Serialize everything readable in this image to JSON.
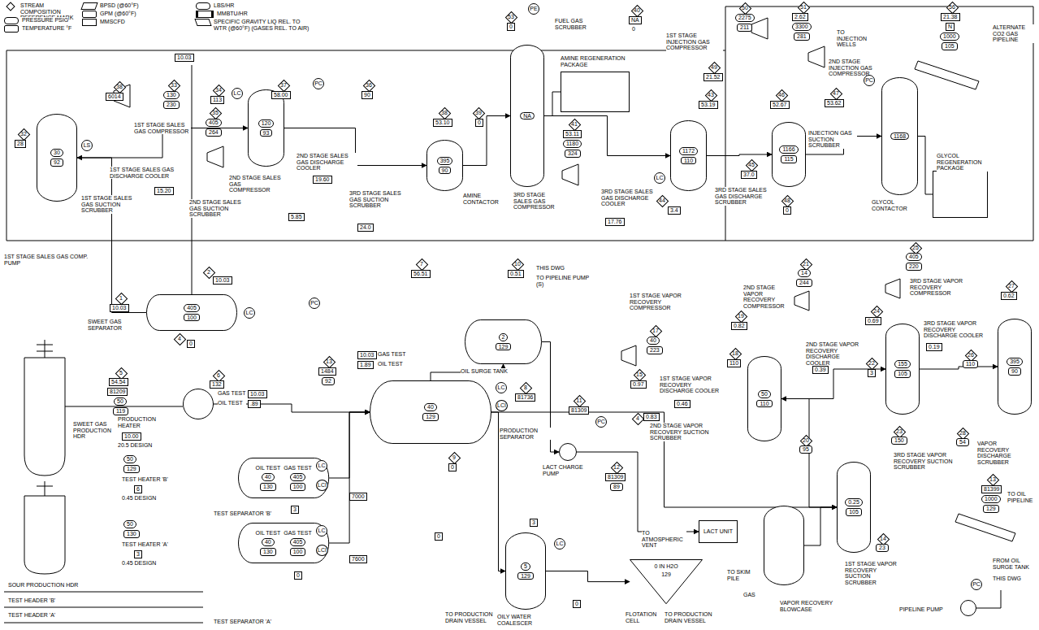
{
  "diagram": {
    "nodes": [
      {
        "text": [
          "1ST STAGE SALES GAS SUCTION SCRUBBER",
          "30",
          "92"
        ]
      },
      {
        "text": [
          "2ND STAGE SALES GAS SUCTION SCRUBBER",
          "120",
          "93"
        ]
      },
      {
        "text": [
          "3RD STAGE SALES GAS SUCTION SCRUBBER",
          "395",
          "90"
        ]
      },
      {
        "text": [
          "AMINE CONTACTOR",
          "NA"
        ]
      },
      {
        "text": [
          "AMINE REGENERATION PACKAGE"
        ]
      },
      {
        "text": [
          "3RD STAGE SALES GAS DISCHARGE SCRUBBER",
          "1172",
          "110"
        ]
      },
      {
        "text": [
          "INJECTION GAS SUCTION SCRUBBER",
          "1166",
          "115"
        ]
      },
      {
        "text": [
          "GLYCOL CONTACTOR",
          "1168"
        ]
      },
      {
        "text": [
          "GLYCOL REGENERATION PACKAGE"
        ]
      },
      {
        "text": [
          "SWEET GAS SEPARATOR",
          "405",
          "100"
        ]
      },
      {
        "text": [
          "PRODUCTION SEPARATOR",
          "40",
          "129"
        ]
      },
      {
        "text": [
          "OIL SURGE TANK",
          "2",
          "129"
        ]
      },
      {
        "text": [
          "TEST SEPARATOR 'B'",
          "OIL TEST",
          "GAS TEST",
          "40",
          "405",
          "130",
          "100"
        ]
      },
      {
        "text": [
          "TEST SEPARATOR 'A'",
          "OIL TEST",
          "GAS TEST",
          "40",
          "405",
          "130",
          "100"
        ]
      },
      {
        "text": [
          "OILY WATER COALESCER",
          "5",
          "129"
        ]
      },
      {
        "text": [
          "FLOTATION CELL",
          "0 IN H2O",
          "129"
        ]
      },
      {
        "text": [
          "LACT UNIT"
        ]
      },
      {
        "text": [
          "VAPOR RECOVERY BLOWCASE"
        ]
      },
      {
        "text": [
          "1ST STAGE VAPOR RECOVERY SUCTION SCRUBBER",
          "0.25",
          "105"
        ]
      },
      {
        "text": [
          "2ND STAGE VAPOR RECOVERY SUCTION SCRUBBER",
          "50",
          "110"
        ]
      },
      {
        "text": [
          "3RD STAGE VAPOR RECOVERY SUCTION SCRUBBER",
          "155",
          "105"
        ]
      },
      {
        "text": [
          "VAPOR RECOVERY DISCHARGE SCRUBBER",
          "395",
          "90"
        ]
      },
      {
        "text": [
          "PRODUCTION HEATER"
        ]
      },
      {
        "text": [
          "LACT CHARGE PUMP"
        ]
      },
      {
        "text": [
          "PIPELINE PUMP"
        ]
      }
    ],
    "edges": [
      {
        "from": 9,
        "to": 0,
        "arrow": "to"
      },
      {
        "from": 0,
        "to": 1,
        "arrow": "to"
      },
      {
        "from": 1,
        "to": 2,
        "arrow": "to"
      },
      {
        "from": 2,
        "to": 3,
        "arrow": "to"
      },
      {
        "from": 3,
        "to": 4,
        "arrow": "none"
      },
      {
        "from": 3,
        "to": 5,
        "arrow": "to"
      },
      {
        "from": 5,
        "to": 6,
        "arrow": "to"
      },
      {
        "from": 6,
        "to": 7,
        "arrow": "to"
      },
      {
        "from": 7,
        "to": 8,
        "arrow": "none"
      },
      {
        "from": 22,
        "to": 10,
        "arrow": "to"
      },
      {
        "from": 12,
        "to": 10,
        "arrow": "to"
      },
      {
        "from": 13,
        "to": 10,
        "arrow": "to"
      },
      {
        "from": 10,
        "to": 11,
        "arrow": "to"
      },
      {
        "from": 10,
        "to": 14,
        "arrow": "to"
      },
      {
        "from": 14,
        "to": 15,
        "arrow": "to"
      },
      {
        "from": 11,
        "to": 23,
        "arrow": "to"
      },
      {
        "from": 23,
        "to": 16,
        "arrow": "to"
      },
      {
        "from": 10,
        "to": 18,
        "arrow": "to"
      },
      {
        "from": 17,
        "to": 18,
        "arrow": "to"
      },
      {
        "from": 18,
        "to": 19,
        "arrow": "to"
      },
      {
        "from": 19,
        "to": 20,
        "arrow": "to"
      },
      {
        "from": 20,
        "to": 21,
        "arrow": "to"
      }
    ],
    "labels": [
      "10.03",
      "32",
      "28",
      "38",
      "6014",
      "33",
      "130",
      "230",
      "1ST STAGE SALES GAS COMPRESSOR",
      "1ST STAGE SALES GAS DISCHARGE COOLER",
      "15.20",
      "37",
      "58.00",
      "34",
      "113",
      "35",
      "405",
      "264",
      "2ND STAGE SALES GAS COMPRESSOR",
      "2ND STAGE SALES GAS DISCHARGE COOLER",
      "19.60",
      "36",
      "90",
      "5.85",
      "24.0",
      "38",
      "53.10",
      "39",
      "0",
      "FUEL GAS SCRUBBER",
      "53",
      "0",
      "40",
      "NA",
      "0",
      "PE",
      "41",
      "53.11",
      "1180",
      "324",
      "3RD STAGE SALES GAS COMPRESSOR",
      "3RD STAGE SALES GAS DISCHARGE COOLER",
      "17.76",
      "43",
      "53.19",
      "44",
      "3.4",
      "49",
      "21.52",
      "50",
      "2275",
      "211",
      "1ST STAGE INJECTION GAS COMPRESSOR",
      "51",
      "2.62",
      "3300",
      "281",
      "TO INJECTION WELLS",
      "2ND STAGE INJECTION GAS COMPRESSOR",
      "56",
      "21.38",
      "N",
      "1000",
      "105",
      "ALTERNATE CO2 GAS PIPELINE",
      "46",
      "52.67",
      "47",
      "53.62",
      "45",
      "37.0",
      "48",
      "0",
      "PC",
      "1ST STAGE SALES GAS COMP. PUMP",
      "PC",
      "LS",
      "LC",
      "LC",
      "1",
      "10.03",
      "2",
      "10.03",
      "4",
      "0",
      "5",
      "54.54",
      "81209",
      "50",
      "119",
      "10.00",
      "20.5 DESIGN",
      "6",
      "132",
      "GAS TEST",
      "10.03",
      "OIL TEST",
      ".89",
      "50",
      "129",
      "TEST HEATER 'B'",
      "6",
      "0.45 DESIGN",
      "50",
      "130",
      "TEST HEATER 'A'",
      "3",
      "0.45 DESIGN",
      "SWEET GAS PRODUCTION HDR",
      "SOUR PRODUCTION HDR",
      "TEST HEADER 'B'",
      "TEST HEADER 'A'",
      "7",
      "56.51",
      "10",
      "0.51",
      "THIS DWG",
      "TO PIPELINE PUMP (S)",
      "13",
      "1484",
      "92",
      "10.03",
      "GAS TEST",
      "1.89",
      "OIL TEST",
      "3",
      "7000",
      "7600",
      "0",
      "LC",
      "LCI",
      "LC",
      "LCI",
      "LC",
      "LCI",
      "8",
      "81736",
      "9",
      "0",
      "11",
      "81309",
      "12",
      "81309",
      "89",
      "4",
      "0.83",
      "1ST STAGE VAPOR RECOVERY COMPRESSOR",
      "17",
      "40",
      "223",
      "15",
      "0.97",
      "1ST STAGE VAPOR RECOVERY DISCHARGE COOLER",
      "0.46",
      "18",
      "110",
      "19",
      "0.82",
      "2ND STAGE VAPOR RECOVERY COMPRESSOR",
      "21",
      "14",
      "244",
      "2ND STAGE VAPOR RECOVERY DISCHARGE COOLER",
      "0.39",
      "20",
      "95",
      "22",
      "3",
      "24",
      "0.69",
      "3RD STAGE VAPOR RECOVERY COMPRESSOR",
      "25",
      "405",
      "220",
      "3RD STAGE VAPOR RECOVERY DISCHARGE COOLER",
      "0.19",
      "26",
      "110",
      "27",
      "0.62",
      "23",
      "150",
      "28",
      "54",
      "14",
      "23",
      "GAS",
      "TO SKIM PILE",
      "TO ATMOSPHERIC VENT",
      "TO PRODUCTION DRAIN VESSEL",
      "TO PRODUCTION DRAIN VESSEL",
      "3",
      "0",
      "0",
      "LC",
      "13",
      "81399",
      "1000",
      "129",
      "TO OIL PIPELINE",
      "FROM OIL SURGE TANK",
      "THIS DWG",
      "PC",
      "PC",
      "LC",
      "PC"
    ],
    "legend": [
      {
        "text": "STREAM COMPOSITION REFERENCE MARK"
      },
      {
        "text": "PRESSURE PSIG"
      },
      {
        "text": "TEMPERATURE °F"
      },
      {
        "text": "BPSD (@60°F)"
      },
      {
        "text": "GPM (@60°F)"
      },
      {
        "text": "MMSCFD"
      },
      {
        "text": "LBS/HR"
      },
      {
        "text": "MMBTU/HR"
      },
      {
        "text": "SPECIFIC GRAVITY LIQ REL. TO WTR (@60°F) (GASES REL. TO AIR)"
      }
    ]
  }
}
